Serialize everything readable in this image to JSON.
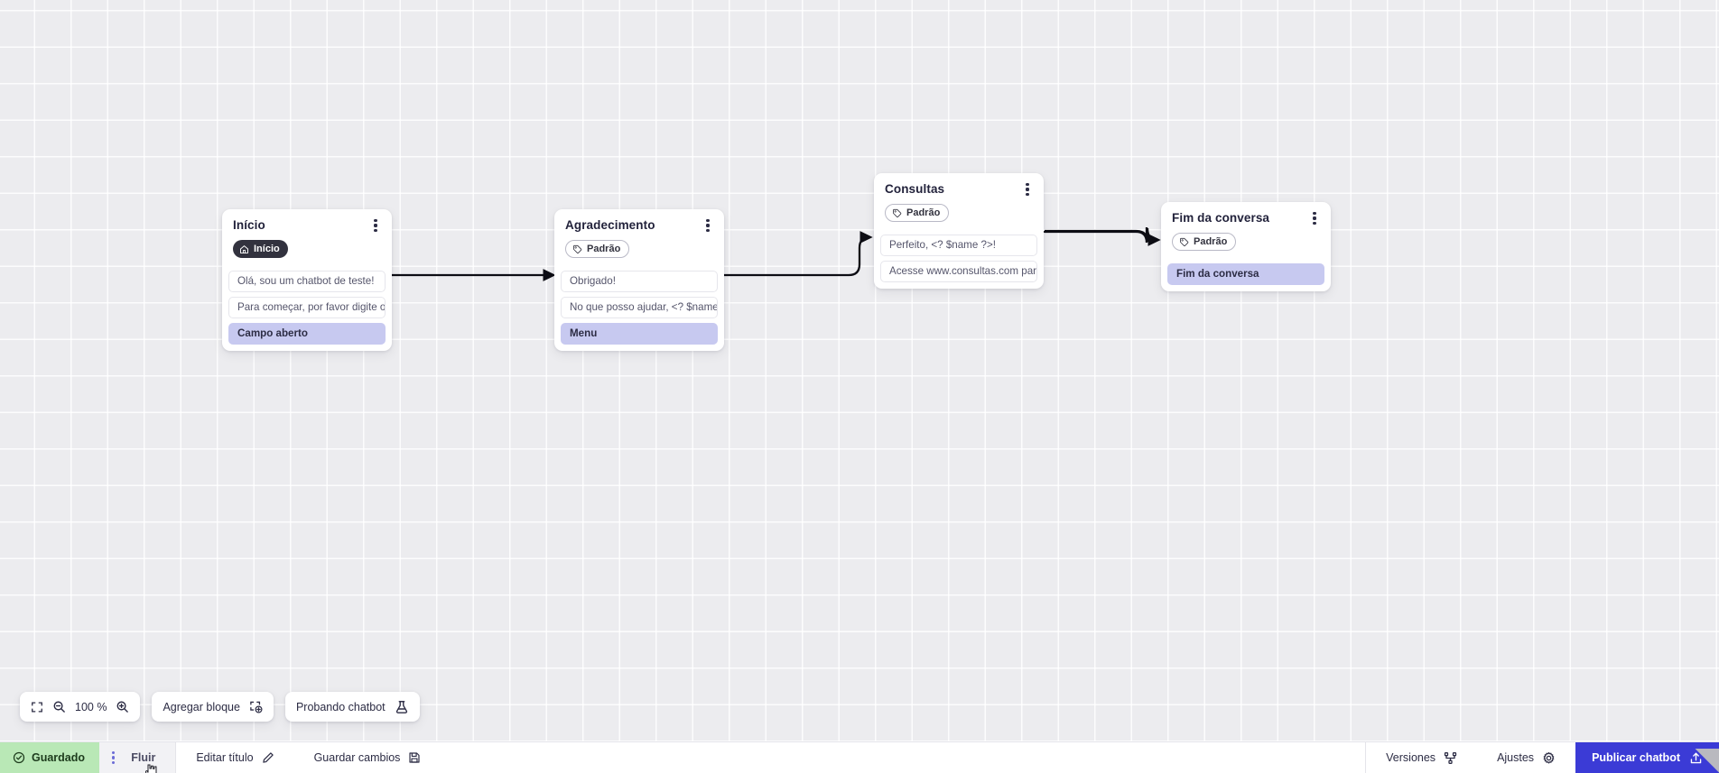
{
  "app": {
    "canvas_background": "#ececef",
    "accent_blue": "#3b3bd6",
    "node_accent_lavender": "#c7c9f0",
    "saved_green": "#b9e8b6"
  },
  "nodes": [
    {
      "id": "inicio",
      "title": "Início",
      "badge": {
        "label": "Início",
        "icon": "home-icon",
        "style": "start"
      },
      "rows": [
        {
          "text": "Olá, sou um chatbot de teste!",
          "accent": false
        },
        {
          "text": "Para começar, por favor digite o ...",
          "accent": false
        },
        {
          "text": "Campo aberto",
          "accent": true
        }
      ]
    },
    {
      "id": "agradecimento",
      "title": "Agradecimento",
      "badge": {
        "label": "Padrão",
        "icon": "tag-icon",
        "style": "pattern"
      },
      "rows": [
        {
          "text": "Obrigado!",
          "accent": false
        },
        {
          "text": "No que posso ajudar, <? $name ...",
          "accent": false
        },
        {
          "text": "Menu",
          "accent": true
        }
      ]
    },
    {
      "id": "consultas",
      "title": "Consultas",
      "badge": {
        "label": "Padrão",
        "icon": "tag-icon",
        "style": "pattern"
      },
      "rows": [
        {
          "text": "Perfeito, <? $name ?>!",
          "accent": false
        },
        {
          "text": "Acesse www.consultas.com par...",
          "accent": false
        }
      ]
    },
    {
      "id": "fim",
      "title": "Fim da conversa",
      "badge": {
        "label": "Padrão",
        "icon": "tag-icon",
        "style": "pattern"
      },
      "rows": [
        {
          "text": "Fim da conversa",
          "accent": true
        }
      ]
    }
  ],
  "toolbar": {
    "fit_icon": "fit-screen-icon",
    "zoom_out_icon": "zoom-out-icon",
    "zoom_level": "100 %",
    "zoom_in_icon": "zoom-in-icon",
    "add_block_label": "Agregar bloque",
    "add_block_icon": "add-block-icon",
    "test_chatbot_label": "Probando chatbot",
    "test_chatbot_icon": "flask-icon"
  },
  "statusbar": {
    "saved_label": "Guardado",
    "saved_icon": "check-circle-icon",
    "flow_label": "Fluir",
    "flow_menu_icon": "vertical-dots-icon",
    "edit_title_label": "Editar título",
    "edit_title_icon": "pencil-icon",
    "save_changes_label": "Guardar cambios",
    "save_changes_icon": "floppy-disk-icon",
    "versions_label": "Versiones",
    "versions_icon": "branch-icon",
    "settings_label": "Ajustes",
    "settings_icon": "gear-icon",
    "publish_label": "Publicar chatbot",
    "publish_icon": "upload-icon"
  }
}
